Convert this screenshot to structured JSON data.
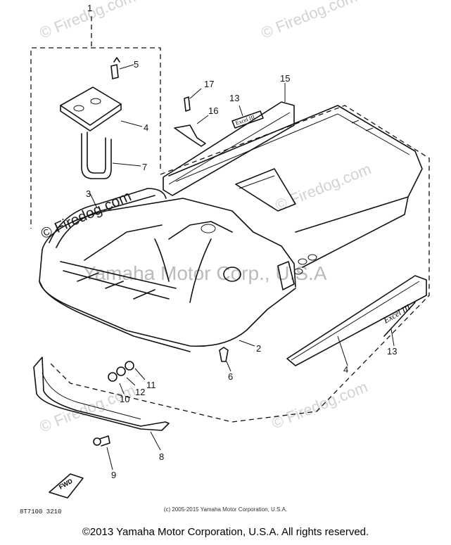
{
  "watermark": {
    "brand": "© Firedog.com",
    "corner": "© Firedog.com",
    "center": "Yamaha Motor Corp., U.S.A"
  },
  "diagram": {
    "part_code": "8T7100 3210",
    "fwd_label": "FWD",
    "decal_text": "Excel III",
    "callouts": [
      "1",
      "2",
      "3",
      "4",
      "5",
      "6",
      "7",
      "8",
      "9",
      "10",
      "11",
      "12",
      "13",
      "13",
      "15",
      "16",
      "17"
    ]
  },
  "footer": {
    "small": "(c) 2005-2015 Yamaha Motor Corporation, U.S.A.",
    "main": "©2013 Yamaha Motor Corporation, U.S.A. All rights reserved."
  }
}
